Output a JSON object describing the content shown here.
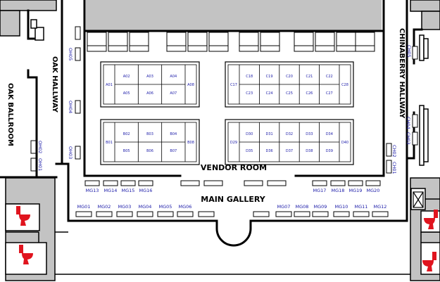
{
  "labels": {
    "vendor_room": "VENDOR ROOM",
    "main_gallery": "MAIN GALLERY",
    "oak_hallway": "OAK HALLWAY",
    "oak_ballroom": "OAK BALLROOM",
    "chinaberry_hallway": "CHINABERRY HALLWAY"
  },
  "booths": {
    "a": [
      "A01",
      "A02",
      "A03",
      "A04",
      "A05",
      "A06",
      "A07",
      "A08"
    ],
    "b": [
      "B01",
      "B02",
      "B03",
      "B04",
      "B05",
      "B06",
      "B07",
      "B08"
    ],
    "c": [
      "C17",
      "C18",
      "C19",
      "C20",
      "C21",
      "C22",
      "C23",
      "C24",
      "C25",
      "C26",
      "C27",
      "C28"
    ],
    "d": [
      "D29",
      "D30",
      "D31",
      "D32",
      "D33",
      "D34",
      "D35",
      "D36",
      "D37",
      "D38",
      "D39",
      "D40"
    ]
  },
  "gallery_top": [
    "MG13",
    "MG14",
    "MG15",
    "MG16",
    "MG17",
    "MG18",
    "MG19",
    "MG20"
  ],
  "gallery_bottom": [
    "MG01",
    "MG02",
    "MG03",
    "MG04",
    "MG05",
    "MG06",
    "MG07",
    "MG08",
    "MG09",
    "MG10",
    "MG11",
    "MG12"
  ],
  "oak_hall_tables": [
    "OH05",
    "OH04",
    "OH03"
  ],
  "oak_ballroom_tables": [
    "OH02",
    "OH01"
  ],
  "chinaberry_tables": [
    "CH05",
    "CH04",
    "CH03",
    "CH02",
    "CH01"
  ],
  "colors": {
    "wall": "#000000",
    "gray": "#c3c3c3",
    "booth_text": "#1a1aa8",
    "restroom": "#e0141e"
  }
}
